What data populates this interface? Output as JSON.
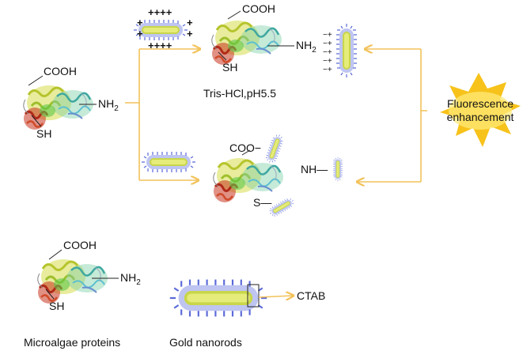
{
  "protein_labels": {
    "cooh": "COOH",
    "nh2": "NH",
    "nh2_sub": "2",
    "sh": "SH",
    "coo_minus": "COO−",
    "nh_bond": "NH—",
    "s_bond": "S—"
  },
  "conditions": {
    "buffer": "Tris-HCl,pH5.5"
  },
  "result": {
    "line1": "Fluorescence",
    "line2": "enhancement"
  },
  "charges": {
    "plus_row": "++++",
    "plus": "+",
    "minus_label": "−+"
  },
  "legend": {
    "protein_caption": "Microalgae proteins",
    "nanorod_caption": "Gold nanorods",
    "ctab": "CTAB"
  },
  "colors": {
    "arrow": "#f2c25a",
    "burst": "#f7c21a",
    "burst_core": "#ffe978",
    "rod_core": "#c9d64a",
    "ctab": "#6f7fe0",
    "protein_yellow": "#c9d33a",
    "protein_green": "#6cc85a",
    "protein_cyan": "#4fb3b0",
    "protein_red": "#c33020"
  },
  "icons": [
    "protein-icon",
    "gold-nanorod-icon",
    "burst-icon"
  ]
}
